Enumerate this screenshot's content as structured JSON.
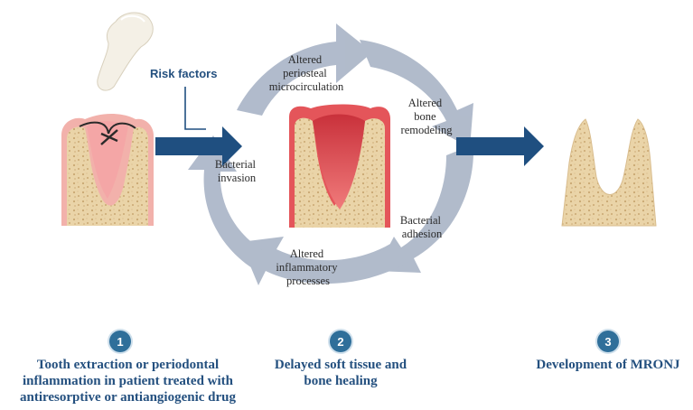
{
  "risk_factors": "Risk factors",
  "cycle": {
    "periosteal": [
      "Altered",
      "periosteal",
      "microcirculation"
    ],
    "remodeling": [
      "Altered",
      "bone",
      "remodeling"
    ],
    "adhesion": [
      "Bacterial",
      "adhesion"
    ],
    "inflammatory": [
      "Altered",
      "inflammatory",
      "processes"
    ],
    "invasion": [
      "Bacterial",
      "invasion"
    ]
  },
  "steps": [
    {
      "number": "1",
      "lines": [
        "Tooth extraction or periodontal",
        "inflammation in patient treated with",
        "antiresorptive or antiangiogenic drug"
      ]
    },
    {
      "number": "2",
      "lines": [
        "Delayed soft tissue and",
        "bone healing"
      ]
    },
    {
      "number": "3",
      "lines": [
        "Development of MRONJ"
      ]
    }
  ],
  "colors": {
    "arrow_blue": "#1f4f80",
    "cycle_gray": "#a9b4c6",
    "gum_pink": "#f0a9a4",
    "bone_tan": "#e9d3a9",
    "inflamed_red": "#e4555a",
    "badge_blue": "#2f6f9a"
  }
}
